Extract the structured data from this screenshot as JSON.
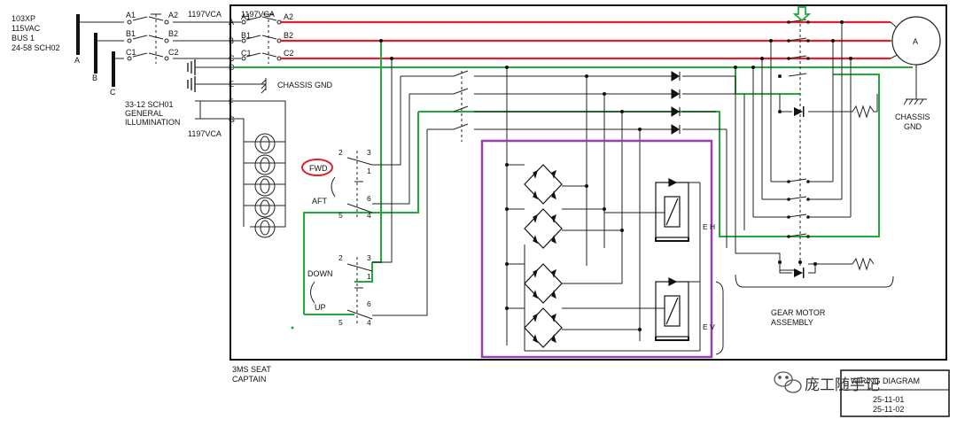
{
  "source": {
    "lines": [
      "103XP",
      "115VAC",
      "BUS 1",
      "24-58 SCH02"
    ],
    "bus_labels": [
      "A",
      "B",
      "C"
    ]
  },
  "breakers": {
    "rating": "1197VCA",
    "left_labels": [
      [
        "A1",
        "A2"
      ],
      [
        "B1",
        "B2"
      ],
      [
        "C1",
        "C2"
      ]
    ],
    "right_labels": [
      [
        "A1",
        "A2"
      ],
      [
        "B1",
        "B2"
      ],
      [
        "C1",
        "C2"
      ]
    ]
  },
  "terminals": [
    "A",
    "B",
    "C",
    "D",
    "E",
    "F",
    "G"
  ],
  "chassis_gnd_label": "CHASSIS GND",
  "lighting": {
    "lines": [
      "33-12 SCH01",
      "GENERAL",
      "ILLUMINATION"
    ],
    "rating": "1197VCA"
  },
  "switch_fwd_aft": {
    "fwd": "FWD",
    "aft": "AFT",
    "pins": [
      "2",
      "3",
      "1",
      "6",
      "5",
      "4"
    ]
  },
  "switch_down_up": {
    "down": "DOWN",
    "up": "UP",
    "pins": [
      "2",
      "3",
      "1",
      "6",
      "5",
      "4"
    ]
  },
  "seat_label": [
    "3MS SEAT",
    "CAPTAIN"
  ],
  "relay_labels": [
    "E H",
    "E V"
  ],
  "motor": {
    "label": "A",
    "ground": [
      "CHASSIS",
      "GND"
    ]
  },
  "gear_motor_label": [
    "GEAR MOTOR",
    "ASSEMBLY"
  ],
  "title_block": {
    "heading": "WIRING DIAGRAM",
    "refs": [
      "25-11-01",
      "25-11-02"
    ]
  },
  "watermark": "庞工随手记",
  "colors": {
    "phase_wire": "#e0202c",
    "ground_wire": "#22aa3c",
    "highlight_box": "#9b3fb0",
    "fwd_circle": "#e0202c",
    "arrow": "#22aa3c",
    "line": "#222222"
  }
}
